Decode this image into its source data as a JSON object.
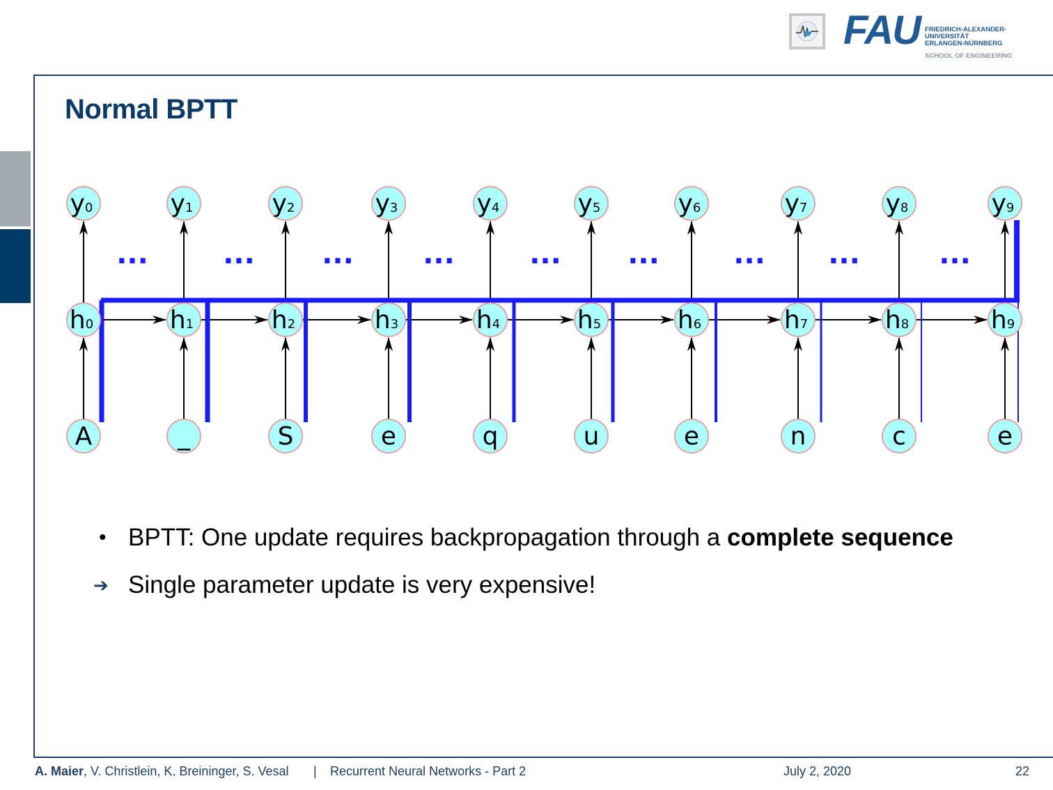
{
  "header": {
    "logo_wordmark": "FAU",
    "university_lines": [
      "FRIEDRICH-ALEXANDER-",
      "UNIVERSITÄT",
      "ERLANGEN-NÜRNBERG"
    ],
    "school": "SCHOOL OF ENGINEERING"
  },
  "slide": {
    "title": "Normal BPTT"
  },
  "diagram": {
    "outputs": [
      "y",
      "y",
      "y",
      "y",
      "y",
      "y",
      "y",
      "y",
      "y",
      "y"
    ],
    "output_subscripts": [
      "0",
      "1",
      "2",
      "3",
      "4",
      "5",
      "6",
      "7",
      "8",
      "9"
    ],
    "hidden": [
      "h",
      "h",
      "h",
      "h",
      "h",
      "h",
      "h",
      "h",
      "h",
      "h"
    ],
    "hidden_subscripts": [
      "0",
      "1",
      "2",
      "3",
      "4",
      "5",
      "6",
      "7",
      "8",
      "9"
    ],
    "inputs": [
      "A",
      "_",
      "S",
      "e",
      "q",
      "u",
      "e",
      "n",
      "c",
      "e"
    ],
    "ellipsis": "...",
    "node_fill": "#aaffff",
    "node_stroke": "#e8a0a0",
    "path_color": "#1a1aff"
  },
  "bullets": [
    {
      "marker": "•",
      "text": "BPTT: One update requires backpropagation through a ",
      "bold": "complete sequence"
    },
    {
      "marker": "➔",
      "text": "Single parameter update is very expensive!",
      "bold": ""
    }
  ],
  "footer": {
    "author_bold": "A. Maier",
    "authors_rest": ", V. Christlein, K. Breininger, S. Vesal",
    "separator": "|",
    "course": "Recurrent Neural Networks - Part 2",
    "date": "July 2, 2020",
    "page": "22"
  }
}
